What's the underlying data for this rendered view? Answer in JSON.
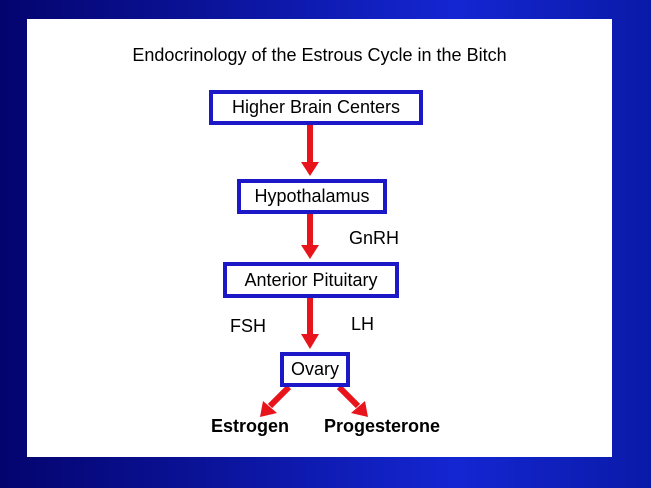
{
  "title": "Endocrinology of the Estrous Cycle in the Bitch",
  "nodes": {
    "higher_brain": "Higher Brain Centers",
    "hypothalamus": "Hypothalamus",
    "anterior_pituitary": "Anterior Pituitary",
    "ovary": "Ovary"
  },
  "hormones": {
    "gnrh": "GnRH",
    "fsh": "FSH",
    "lh": "LH"
  },
  "outputs": {
    "estrogen": "Estrogen",
    "progesterone": "Progesterone"
  },
  "colors": {
    "box_border": "#1c18c8",
    "arrow": "#e8141c",
    "background_outer": "#0a1296",
    "slide": "#ffffff"
  }
}
